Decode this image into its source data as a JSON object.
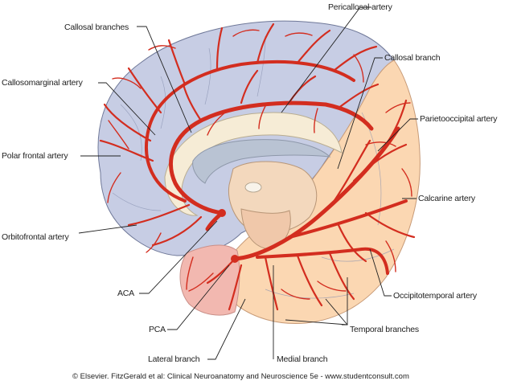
{
  "labels": {
    "callosal_branches": "Callosal branches",
    "pericallosal_artery": "Pericallosal artery",
    "callosal_branch": "Callosal branch",
    "callosomarginal_artery": "Callosomarginal artery",
    "parietooccipital_artery": "Parietooccipital artery",
    "polar_frontal_artery": "Polar frontal artery",
    "calcarine_artery": "Calcarine artery",
    "orbitofrontal_artery": "Orbitofrontal artery",
    "aca": "ACA",
    "occipitotemporal_artery": "Occipitotemporal artery",
    "pca": "PCA",
    "temporal_branches": "Temporal branches",
    "lateral_branch": "Lateral branch",
    "medial_branch": "Medial branch"
  },
  "credit": "© Elsevier. FitzGerald et al: Clinical Neuroanatomy and Neuroscience 5e - www.studentconsult.com",
  "colors": {
    "aca_territory": "#c7cde4",
    "pca_territory": "#fbd7b2",
    "temporal_pole": "#f2b8b0",
    "artery": "#d32d1f",
    "outline": "#6f7898"
  }
}
